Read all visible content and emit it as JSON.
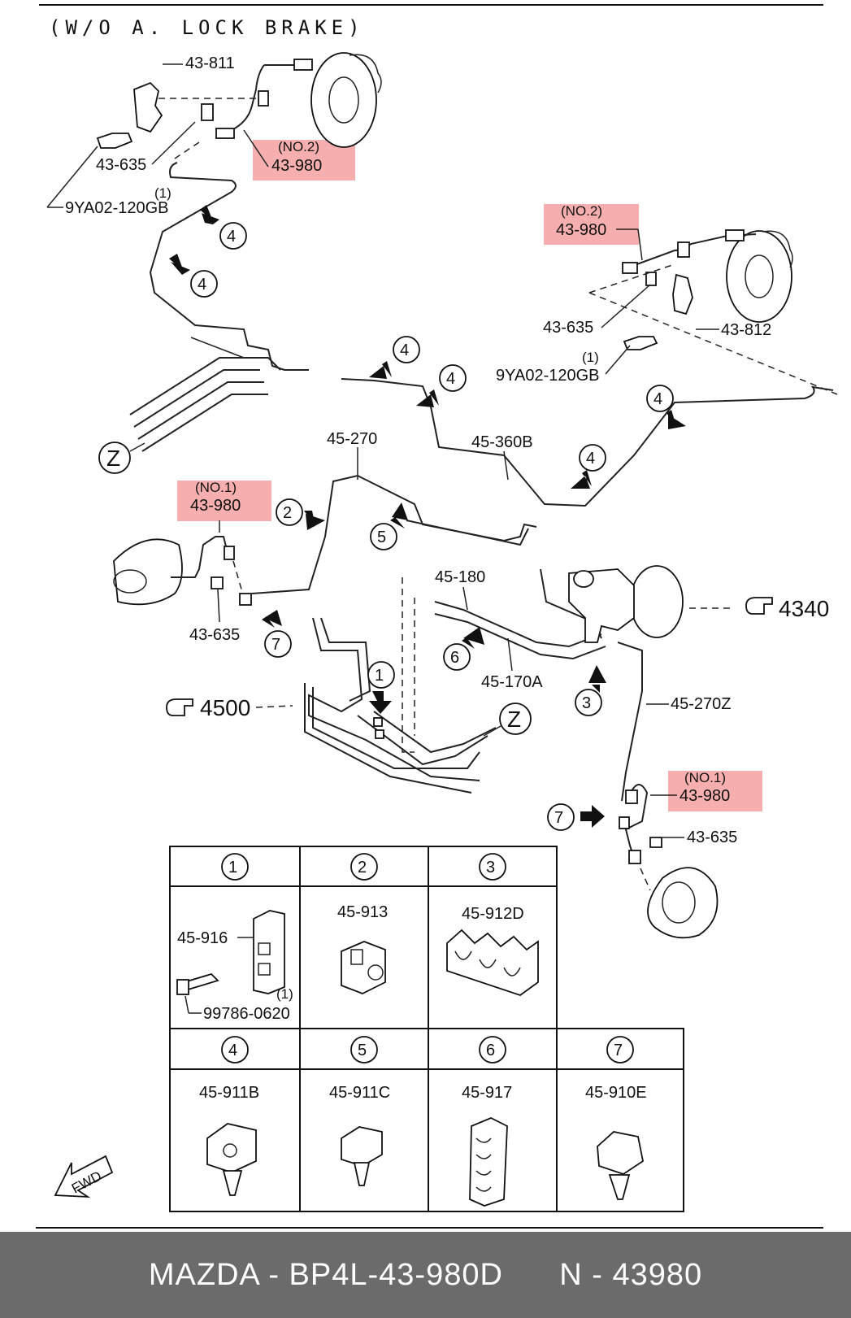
{
  "title": "(W/O A. LOCK BRAKE)",
  "callouts": {
    "c43811": "43-811",
    "c43635_tl": "43-635",
    "c9ya_tl": "9YA02-120GB",
    "c9ya_tl_qty": "(1)",
    "c43980_tl_no": "(NO.2)",
    "c43980_tl": "43-980",
    "c43980_tr_no": "(NO.2)",
    "c43980_tr": "43-980",
    "c43635_tr": "43-635",
    "c43812": "43-812",
    "c9ya_tr": "9YA02-120GB",
    "c9ya_tr_qty": "(1)",
    "c45270": "45-270",
    "c45360b": "45-360B",
    "c43980_ml_no": "(NO.1)",
    "c43980_ml": "43-980",
    "c43635_ml": "43-635",
    "c45180": "45-180",
    "c45170a": "45-170A",
    "c4340": "4340",
    "c4500": "4500",
    "c45270z": "45-270Z",
    "c43980_br_no": "(NO.1)",
    "c43980_br": "43-980",
    "c43635_br": "43-635",
    "z_label": "Z"
  },
  "clip_refs": [
    "1",
    "2",
    "3",
    "4",
    "5",
    "6",
    "7"
  ],
  "legend": {
    "h1": "1",
    "h2": "2",
    "h3": "3",
    "h4": "4",
    "h5": "5",
    "h6": "6",
    "h7": "7",
    "p1": "45-916",
    "p1_bolt": "99786-0620",
    "p1_qty": "(1)",
    "p2": "45-913",
    "p3": "45-912D",
    "p4": "45-911B",
    "p5": "45-911C",
    "p6": "45-917",
    "p7": "45-910E"
  },
  "fwd_label": "FWD",
  "highlight_color": "#f4a0a0",
  "footer": "MAZDA - BP4L-43-980D      N - 43980"
}
